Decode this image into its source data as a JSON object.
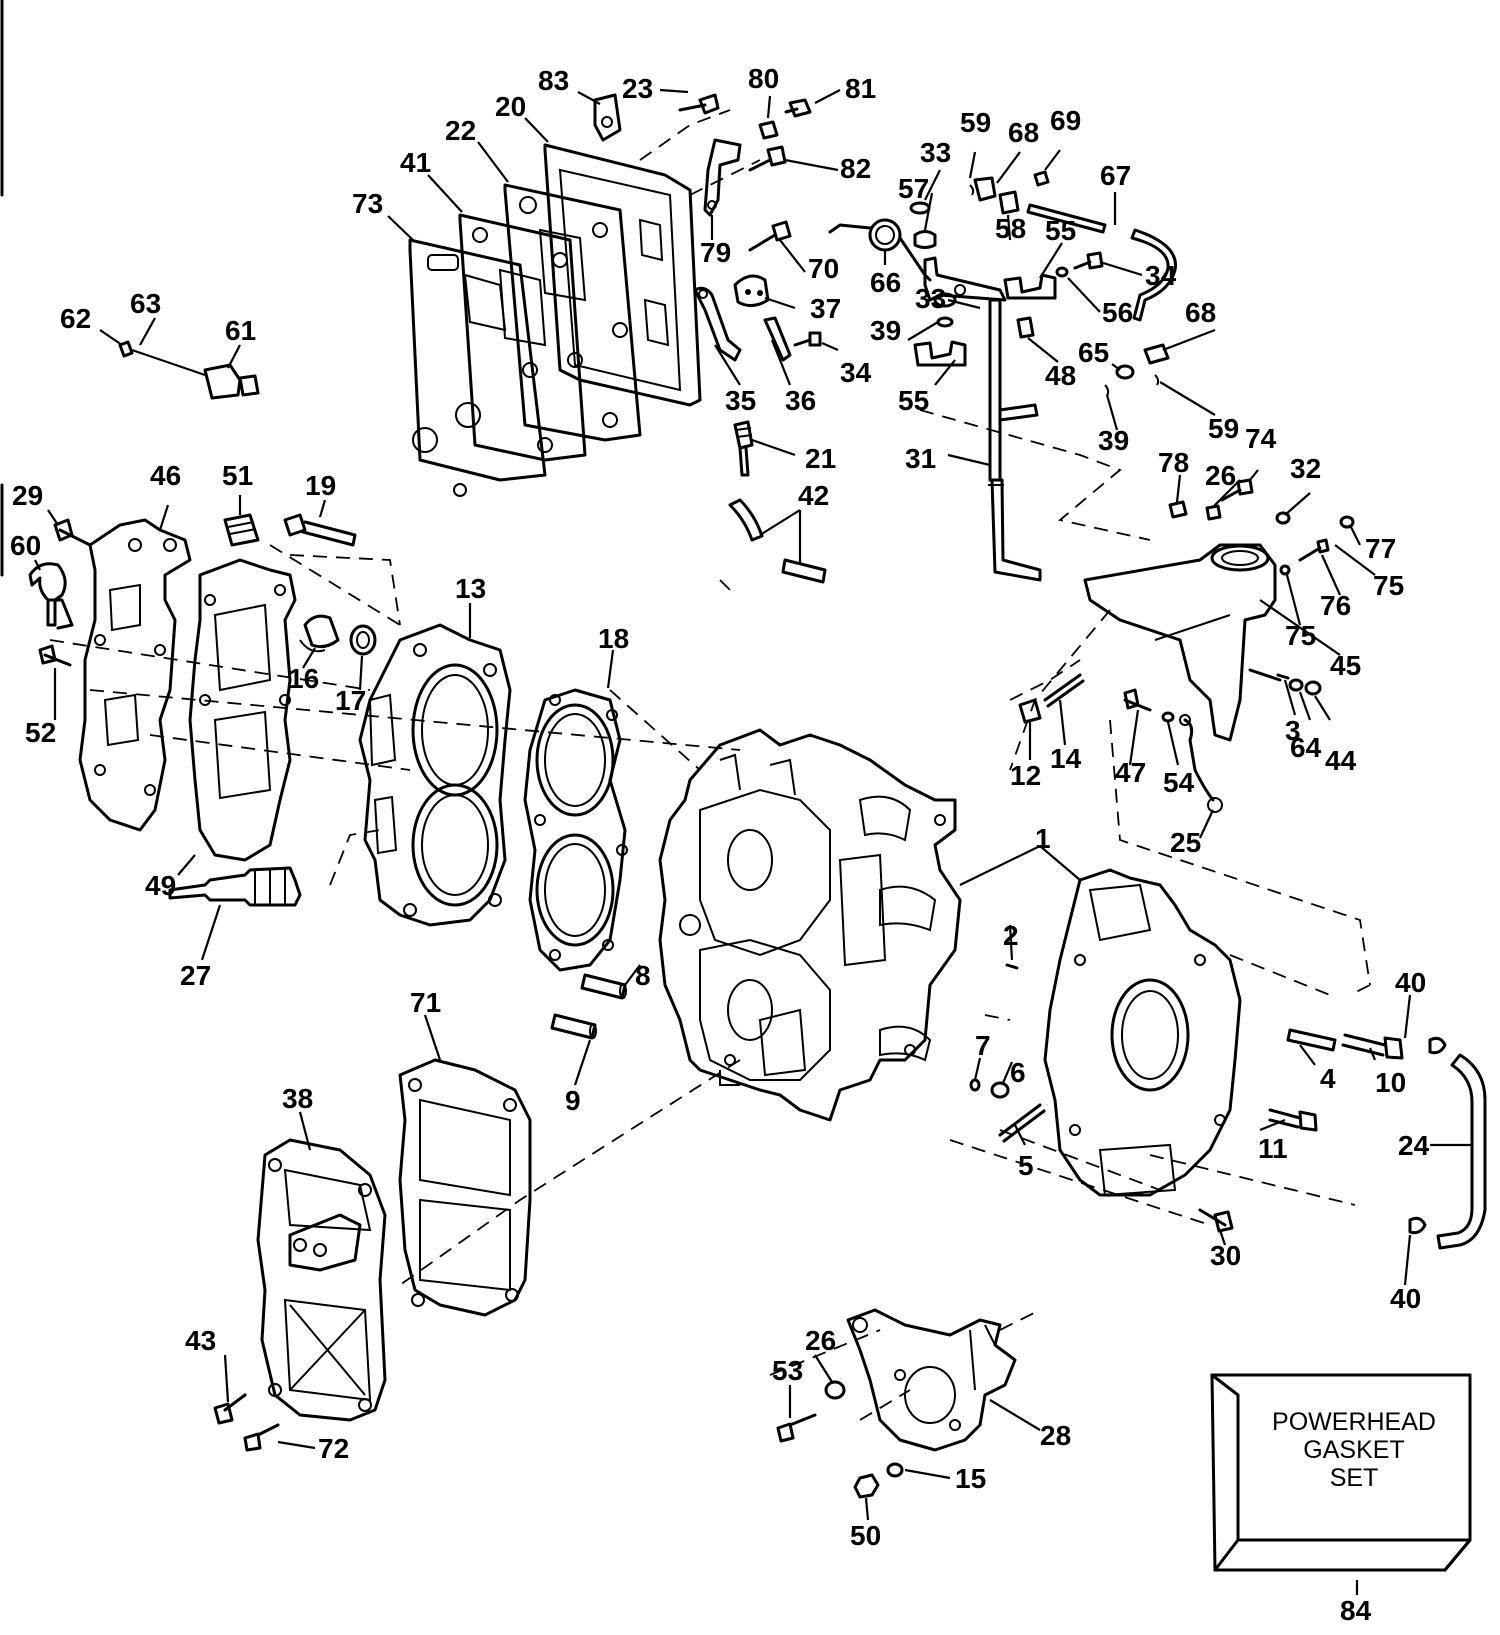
{
  "diagram": {
    "gasket_set_label_lines": [
      "POWERHEAD",
      "GASKET",
      "SET"
    ],
    "callouts": {
      "c83": "83",
      "c23": "23",
      "c80": "80",
      "c81": "81",
      "c20": "20",
      "c22": "22",
      "c82": "82",
      "c41": "41",
      "c73": "73",
      "c79": "79",
      "c59a": "59",
      "c68a": "68",
      "c69": "69",
      "c33a": "33",
      "c57": "57",
      "c67": "67",
      "c55a": "55",
      "c58": "58",
      "c66": "66",
      "c34a": "34",
      "c70": "70",
      "c37": "37",
      "c56": "56",
      "c33b": "33",
      "c39a": "39",
      "c68b": "68",
      "c35": "35",
      "c36": "36",
      "c34b": "34",
      "c48": "48",
      "c55b": "55",
      "c65": "65",
      "c59b": "59",
      "c39b": "39",
      "c21": "21",
      "c31": "31",
      "c42": "42",
      "c78": "78",
      "c26a": "26",
      "c74": "74",
      "c32": "32",
      "c62": "62",
      "c63": "63",
      "c61": "61",
      "c29": "29",
      "c46": "46",
      "c51": "51",
      "c19": "19",
      "c60": "60",
      "c13": "13",
      "c18": "18",
      "c77": "77",
      "c76": "76",
      "c75a": "75",
      "c75b": "75",
      "c45": "45",
      "c16": "16",
      "c17": "17",
      "c52": "52",
      "c3": "3",
      "c64": "64",
      "c44": "44",
      "c12": "12",
      "c14": "14",
      "c47": "47",
      "c54": "54",
      "c25": "25",
      "c49": "49",
      "c1": "1",
      "c27": "27",
      "c2": "2",
      "c8": "8",
      "c71": "71",
      "c40a": "40",
      "c9": "9",
      "c7": "7",
      "c6": "6",
      "c4": "4",
      "c10": "10",
      "c11": "11",
      "c24": "24",
      "c5": "5",
      "c38": "38",
      "c30": "30",
      "c40b": "40",
      "c26b": "26",
      "c53": "53",
      "c28": "28",
      "c43": "43",
      "c72": "72",
      "c15": "15",
      "c50": "50",
      "c84": "84"
    }
  }
}
